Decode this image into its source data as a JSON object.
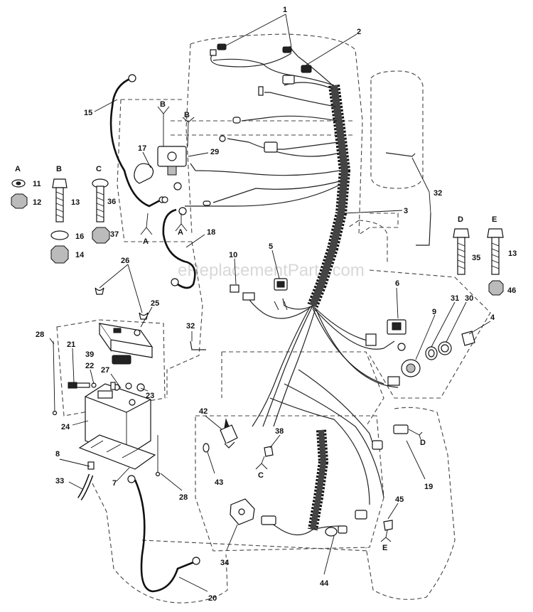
{
  "watermark": "eReplacementParts.com",
  "letters": [
    "A",
    "B",
    "C",
    "D",
    "E"
  ],
  "callouts": [
    "1",
    "2",
    "3",
    "4",
    "5",
    "6",
    "7",
    "8",
    "9",
    "10",
    "11",
    "12",
    "13",
    "14",
    "15",
    "16",
    "17",
    "18",
    "19",
    "20",
    "21",
    "22",
    "23",
    "24",
    "25",
    "26",
    "27",
    "28",
    "29",
    "30",
    "31",
    "32",
    "33",
    "34",
    "35",
    "36",
    "37",
    "38",
    "39",
    "42",
    "43",
    "44",
    "45",
    "46"
  ],
  "labels": {
    "n1": "1",
    "n2": "2",
    "n3": "3",
    "n4": "4",
    "n5": "5",
    "n6": "6",
    "n7": "7",
    "n8": "8",
    "n9": "9",
    "n10": "10",
    "n11": "11",
    "n12": "12",
    "n13a": "13",
    "n13b": "13",
    "n14": "14",
    "n15": "15",
    "n16": "16",
    "n17": "17",
    "n18": "18",
    "n19": "19",
    "n20": "20",
    "n21": "21",
    "n22": "22",
    "n23": "23",
    "n24": "24",
    "n25": "25",
    "n26": "26",
    "n27": "27",
    "n28a": "28",
    "n28b": "28",
    "n29": "29",
    "n30": "30",
    "n31": "31",
    "n32a": "32",
    "n32b": "32",
    "n33": "33",
    "n34": "34",
    "n35": "35",
    "n36": "36",
    "n37": "37",
    "n38": "38",
    "n39": "39",
    "n42": "42",
    "n43": "43",
    "n44": "44",
    "n45": "45",
    "n46": "46",
    "hA": "A",
    "hB": "B",
    "hC": "C",
    "hD": "D",
    "hE": "E",
    "gA1": "A",
    "gA2": "A",
    "gB1": "B",
    "gB2": "B",
    "gC": "C",
    "gD": "D",
    "gE": "E"
  }
}
